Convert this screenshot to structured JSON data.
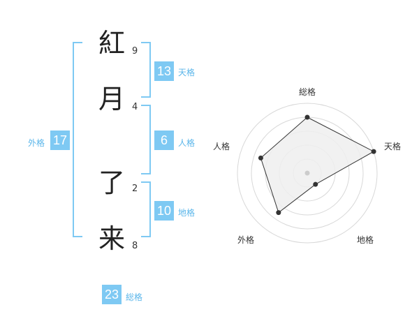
{
  "name": {
    "chars": [
      {
        "char": "紅",
        "strokes": "9"
      },
      {
        "char": "月",
        "strokes": "4"
      },
      {
        "char": "了",
        "strokes": "2"
      },
      {
        "char": "来",
        "strokes": "8"
      }
    ]
  },
  "kakusu": {
    "tenkaku": {
      "value": "13",
      "label": "天格"
    },
    "jinkaku": {
      "value": "6",
      "label": "人格"
    },
    "chikaku": {
      "value": "10",
      "label": "地格"
    },
    "gaikaku": {
      "value": "17",
      "label": "外格"
    },
    "soukaku": {
      "value": "23",
      "label": "総格"
    }
  },
  "chart_data": {
    "type": "radar",
    "axes": [
      "総格",
      "天格",
      "地格",
      "外格",
      "人格"
    ],
    "values": [
      4,
      5,
      1,
      3.5,
      3.5
    ],
    "max": 5,
    "rings": 5,
    "colors": {
      "fill": "#eeeeee",
      "line": "#333333",
      "ring": "#d8d8d8",
      "center": "#cccccc"
    }
  }
}
